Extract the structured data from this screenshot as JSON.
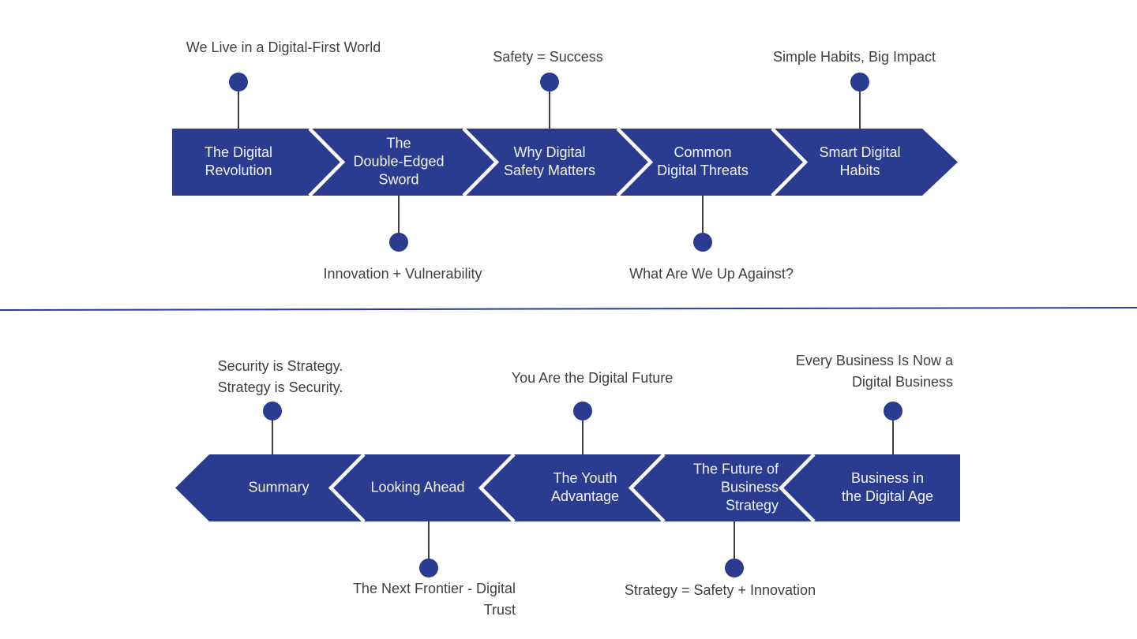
{
  "colors": {
    "band": "#2b3b90",
    "dot": "#2b3b90",
    "separator": "#ffffff",
    "band_text": "#f3f4f8",
    "callout_text": "#3f3f3f",
    "connector": "#404040",
    "divider": "#2f3d96"
  },
  "top_row": {
    "direction": "right",
    "segments": [
      {
        "label": "The Digital\nRevolution",
        "callout": "We Live in a Digital-First World",
        "callout_position": "above"
      },
      {
        "label": "The\nDouble-Edged\nSword",
        "callout": "Innovation + Vulnerability",
        "callout_position": "below"
      },
      {
        "label": "Why Digital\nSafety Matters",
        "callout": "Safety = Success",
        "callout_position": "above"
      },
      {
        "label": "Common\nDigital Threats",
        "callout": "What Are We Up Against?",
        "callout_position": "below"
      },
      {
        "label": "Smart Digital\nHabits",
        "callout": "Simple Habits, Big Impact",
        "callout_position": "above"
      }
    ]
  },
  "bottom_row": {
    "direction": "left",
    "segments": [
      {
        "label": "Summary",
        "callout": "Security is Strategy.\nStrategy is Security.",
        "callout_position": "above"
      },
      {
        "label": "Looking Ahead",
        "callout": "The Next Frontier - Digital\nTrust",
        "callout_position": "below"
      },
      {
        "label": "The Youth\nAdvantage",
        "callout": "You Are the Digital Future",
        "callout_position": "above"
      },
      {
        "label": "The Future of\nBusiness\nStrategy",
        "callout": "Strategy = Safety + Innovation",
        "callout_position": "below"
      },
      {
        "label": "Business in\nthe Digital Age",
        "callout": "Every Business Is Now a\nDigital Business",
        "callout_position": "above"
      }
    ]
  }
}
